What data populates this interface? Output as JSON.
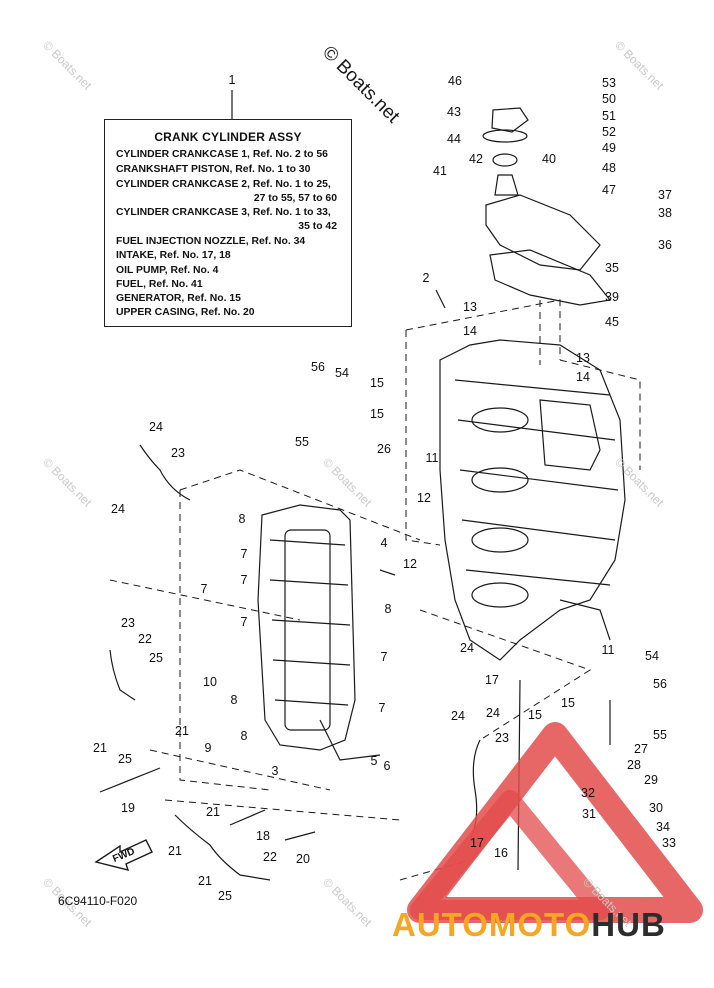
{
  "info_box": {
    "ref": "1",
    "title": "CRANK CYLINDER ASSY",
    "lines": [
      "CYLINDER CRANKCASE 1,  Ref. No. 2 to 56",
      "CRANKSHAFT PISTON,  Ref. No. 1 to 30",
      "CYLINDER CRANKCASE 2,  Ref. No. 1 to 25,",
      "27 to 55, 57 to 60",
      "CYLINDER CRANKCASE 3,  Ref. No. 1 to 33,",
      "35 to 42",
      "FUEL INJECTION NOZZLE,  Ref. No. 34",
      "INTAKE,  Ref. No. 17, 18",
      "OIL PUMP,  Ref. No. 4",
      "FUEL,  Ref. No. 41",
      "GENERATOR,  Ref. No. 15",
      "UPPER CASING,  Ref. No. 20"
    ]
  },
  "watermark_main": "© Boats.net",
  "watermark_small": "© Boats.net",
  "part_code": "6C94110-F020",
  "fwd_label": "FWD",
  "brand": {
    "part1": "AUTOMOTO",
    "part2": "HUB"
  },
  "callouts": [
    "46",
    "53",
    "50",
    "43",
    "51",
    "44",
    "52",
    "49",
    "42",
    "40",
    "41",
    "48",
    "47",
    "37",
    "38",
    "36",
    "35",
    "39",
    "2",
    "13",
    "14",
    "45",
    "13",
    "14",
    "56",
    "54",
    "15",
    "15",
    "55",
    "24",
    "23",
    "26",
    "11",
    "12",
    "24",
    "8",
    "7",
    "7",
    "4",
    "7",
    "7",
    "12",
    "23",
    "22",
    "25",
    "8",
    "24",
    "10",
    "17",
    "7",
    "24",
    "11",
    "54",
    "56",
    "8",
    "8",
    "21",
    "25",
    "21",
    "7",
    "24",
    "15",
    "15",
    "55",
    "23",
    "27",
    "28",
    "29",
    "9",
    "3",
    "5",
    "6",
    "19",
    "32",
    "30",
    "31",
    "34",
    "33",
    "21",
    "18",
    "21",
    "22",
    "20",
    "17",
    "16",
    "21",
    "25"
  ]
}
